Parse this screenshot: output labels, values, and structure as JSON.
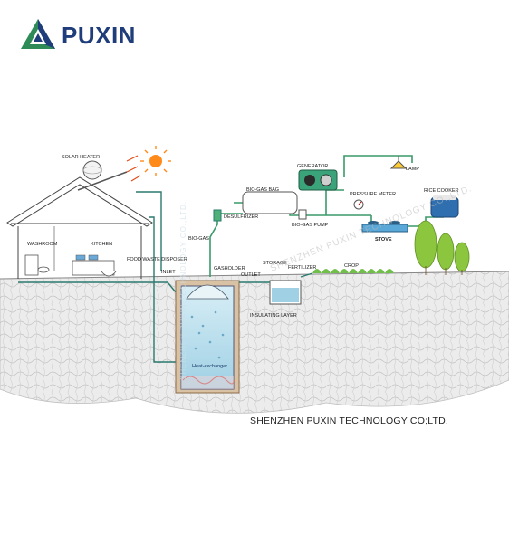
{
  "brand": {
    "name": "PUXIN",
    "color": "#1f3d7a",
    "accent": "#2e8b57"
  },
  "labels": {
    "solar_heater": "SOLAR HEATER",
    "washroom": "WASHROOM",
    "kitchen": "KITCHEN",
    "food_waste_disposer": "FOOD WASTE DISPOSER",
    "inlet": "INLET",
    "bio_gas": "BIO-GAS",
    "desulfrizer": "DESULFRIZER",
    "bio_gas_bag": "BIO-GAS BAG",
    "bio_gas_pump": "BIO-GAS PUMP",
    "generator": "GENERATOR",
    "lamp": "LAMP",
    "pressure_meter": "PRESSURE METER",
    "rice_cooker": "RICE COOKER",
    "stove": "STOVE",
    "gasholder": "GASHOLDER",
    "storage": "STORAGE",
    "outlet": "OUTLET",
    "fertilizer": "FERTILIZER",
    "crop": "CROP",
    "insulating_layer": "INSULATING LAYER",
    "heat_exchanger": "Heat-exchanger"
  },
  "watermarks": {
    "diagonal": "SHENZHEN PUXIN TECHNOLOGY CO.,LTD.",
    "vertical": "SHENZHEN PUXIN TECHNOLOGY CO.,LTD."
  },
  "footer": {
    "company": "SHENZHEN PUXIN TECHNOLOGY CO;LTD."
  },
  "colors": {
    "pipe": "#2a7a6f",
    "gas_pipe": "#3a9a6a",
    "water": "#bfe3ef",
    "sun": "#ff8a1a",
    "tree": "#8cc63f",
    "ground": "#dcdcdc"
  }
}
